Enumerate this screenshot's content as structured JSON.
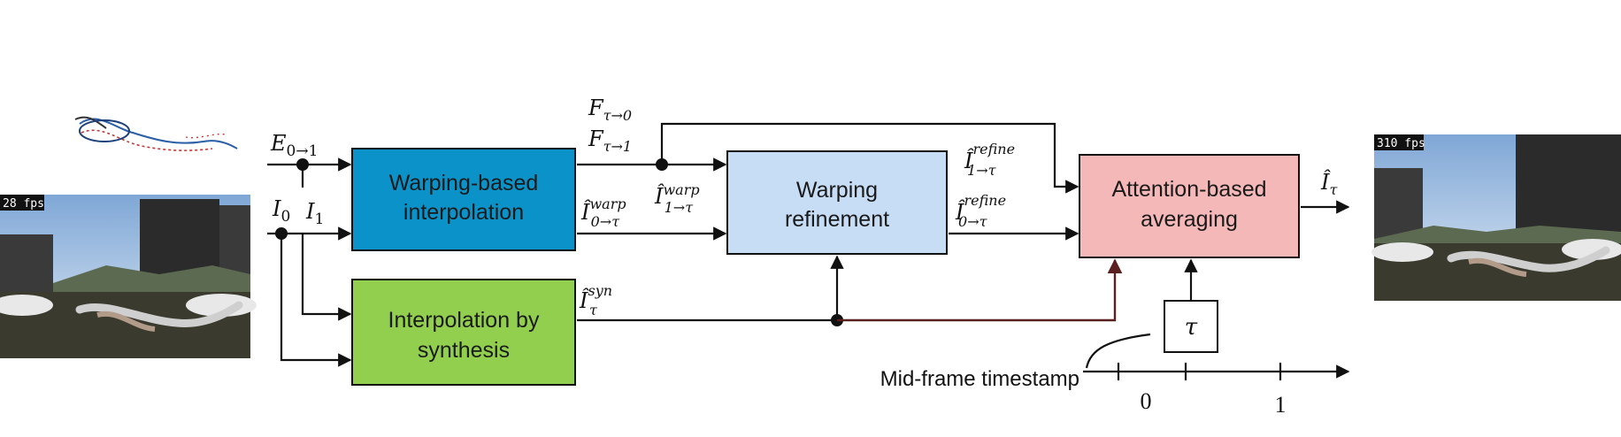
{
  "boxes": {
    "warping_interp": {
      "line1": "Warping-based",
      "line2": "interpolation",
      "color": "#0b93c9"
    },
    "synthesis": {
      "line1": "Interpolation by",
      "line2": "synthesis",
      "color": "#92cf4f"
    },
    "refinement": {
      "line1": "Warping",
      "line2": "refinement",
      "color": "#c7dcf5"
    },
    "attention": {
      "line1": "Attention-based",
      "line2": "averaging",
      "color": "#f4b8b8"
    },
    "tau": {
      "label": "τ"
    }
  },
  "inputs": {
    "events": {
      "base": "E",
      "sub": "0→1"
    },
    "frame0": {
      "base": "I",
      "sub": "0"
    },
    "frame1": {
      "base": "I",
      "sub": "1"
    },
    "left_fps": "28 fps"
  },
  "signals": {
    "flow0": {
      "base": "F",
      "sub": "τ→0"
    },
    "flow1": {
      "base": "F",
      "sub": "τ→1"
    },
    "warp0": {
      "base": "Î",
      "sup": "warp",
      "sub": "0→τ"
    },
    "warp1": {
      "base": "Î",
      "sup": "warp",
      "sub": "1→τ"
    },
    "syn": {
      "base": "Î",
      "sup": "syn",
      "sub": "τ"
    },
    "refine1": {
      "base": "Î",
      "sup": "refine",
      "sub": "1→τ"
    },
    "refine0": {
      "base": "Î",
      "sup": "refine",
      "sub": "0→τ"
    },
    "output": {
      "base": "Î",
      "sub": "τ"
    }
  },
  "timeline": {
    "label": "Mid-frame timestamp",
    "tick0": "0",
    "tick1": "1"
  },
  "output_fps": "310 fps",
  "colors": {
    "sky": "#a9c8e8",
    "ground": "#3b3a2f",
    "building": "#2a2a2a"
  }
}
